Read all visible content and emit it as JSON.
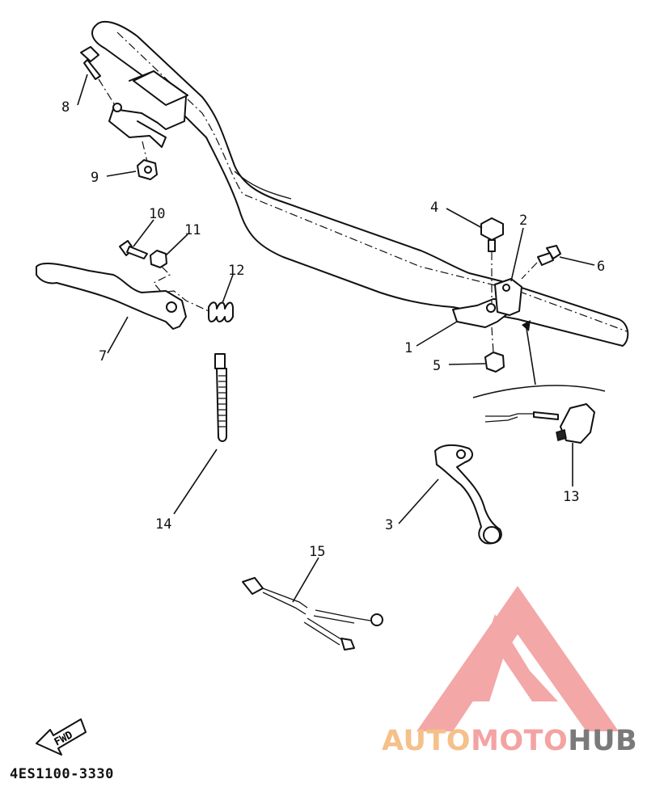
{
  "diagram": {
    "part_code": "4ES1100-3330",
    "fwd_label": "FWD",
    "callouts": {
      "c1": "1",
      "c2": "2",
      "c3": "3",
      "c4": "4",
      "c5": "5",
      "c6": "6",
      "c7": "7",
      "c8": "8",
      "c9": "9",
      "c10": "10",
      "c11": "11",
      "c12": "12",
      "c13": "13",
      "c14": "14",
      "c15": "15"
    }
  },
  "watermark": {
    "part1": "AUTO",
    "part2": "MOTO",
    "part3": "HUB",
    "colors": {
      "auto": "#f5c08a",
      "moto": "#f4a3a3",
      "hub": "#7a7a7a",
      "logo": "#f08a8a"
    }
  }
}
